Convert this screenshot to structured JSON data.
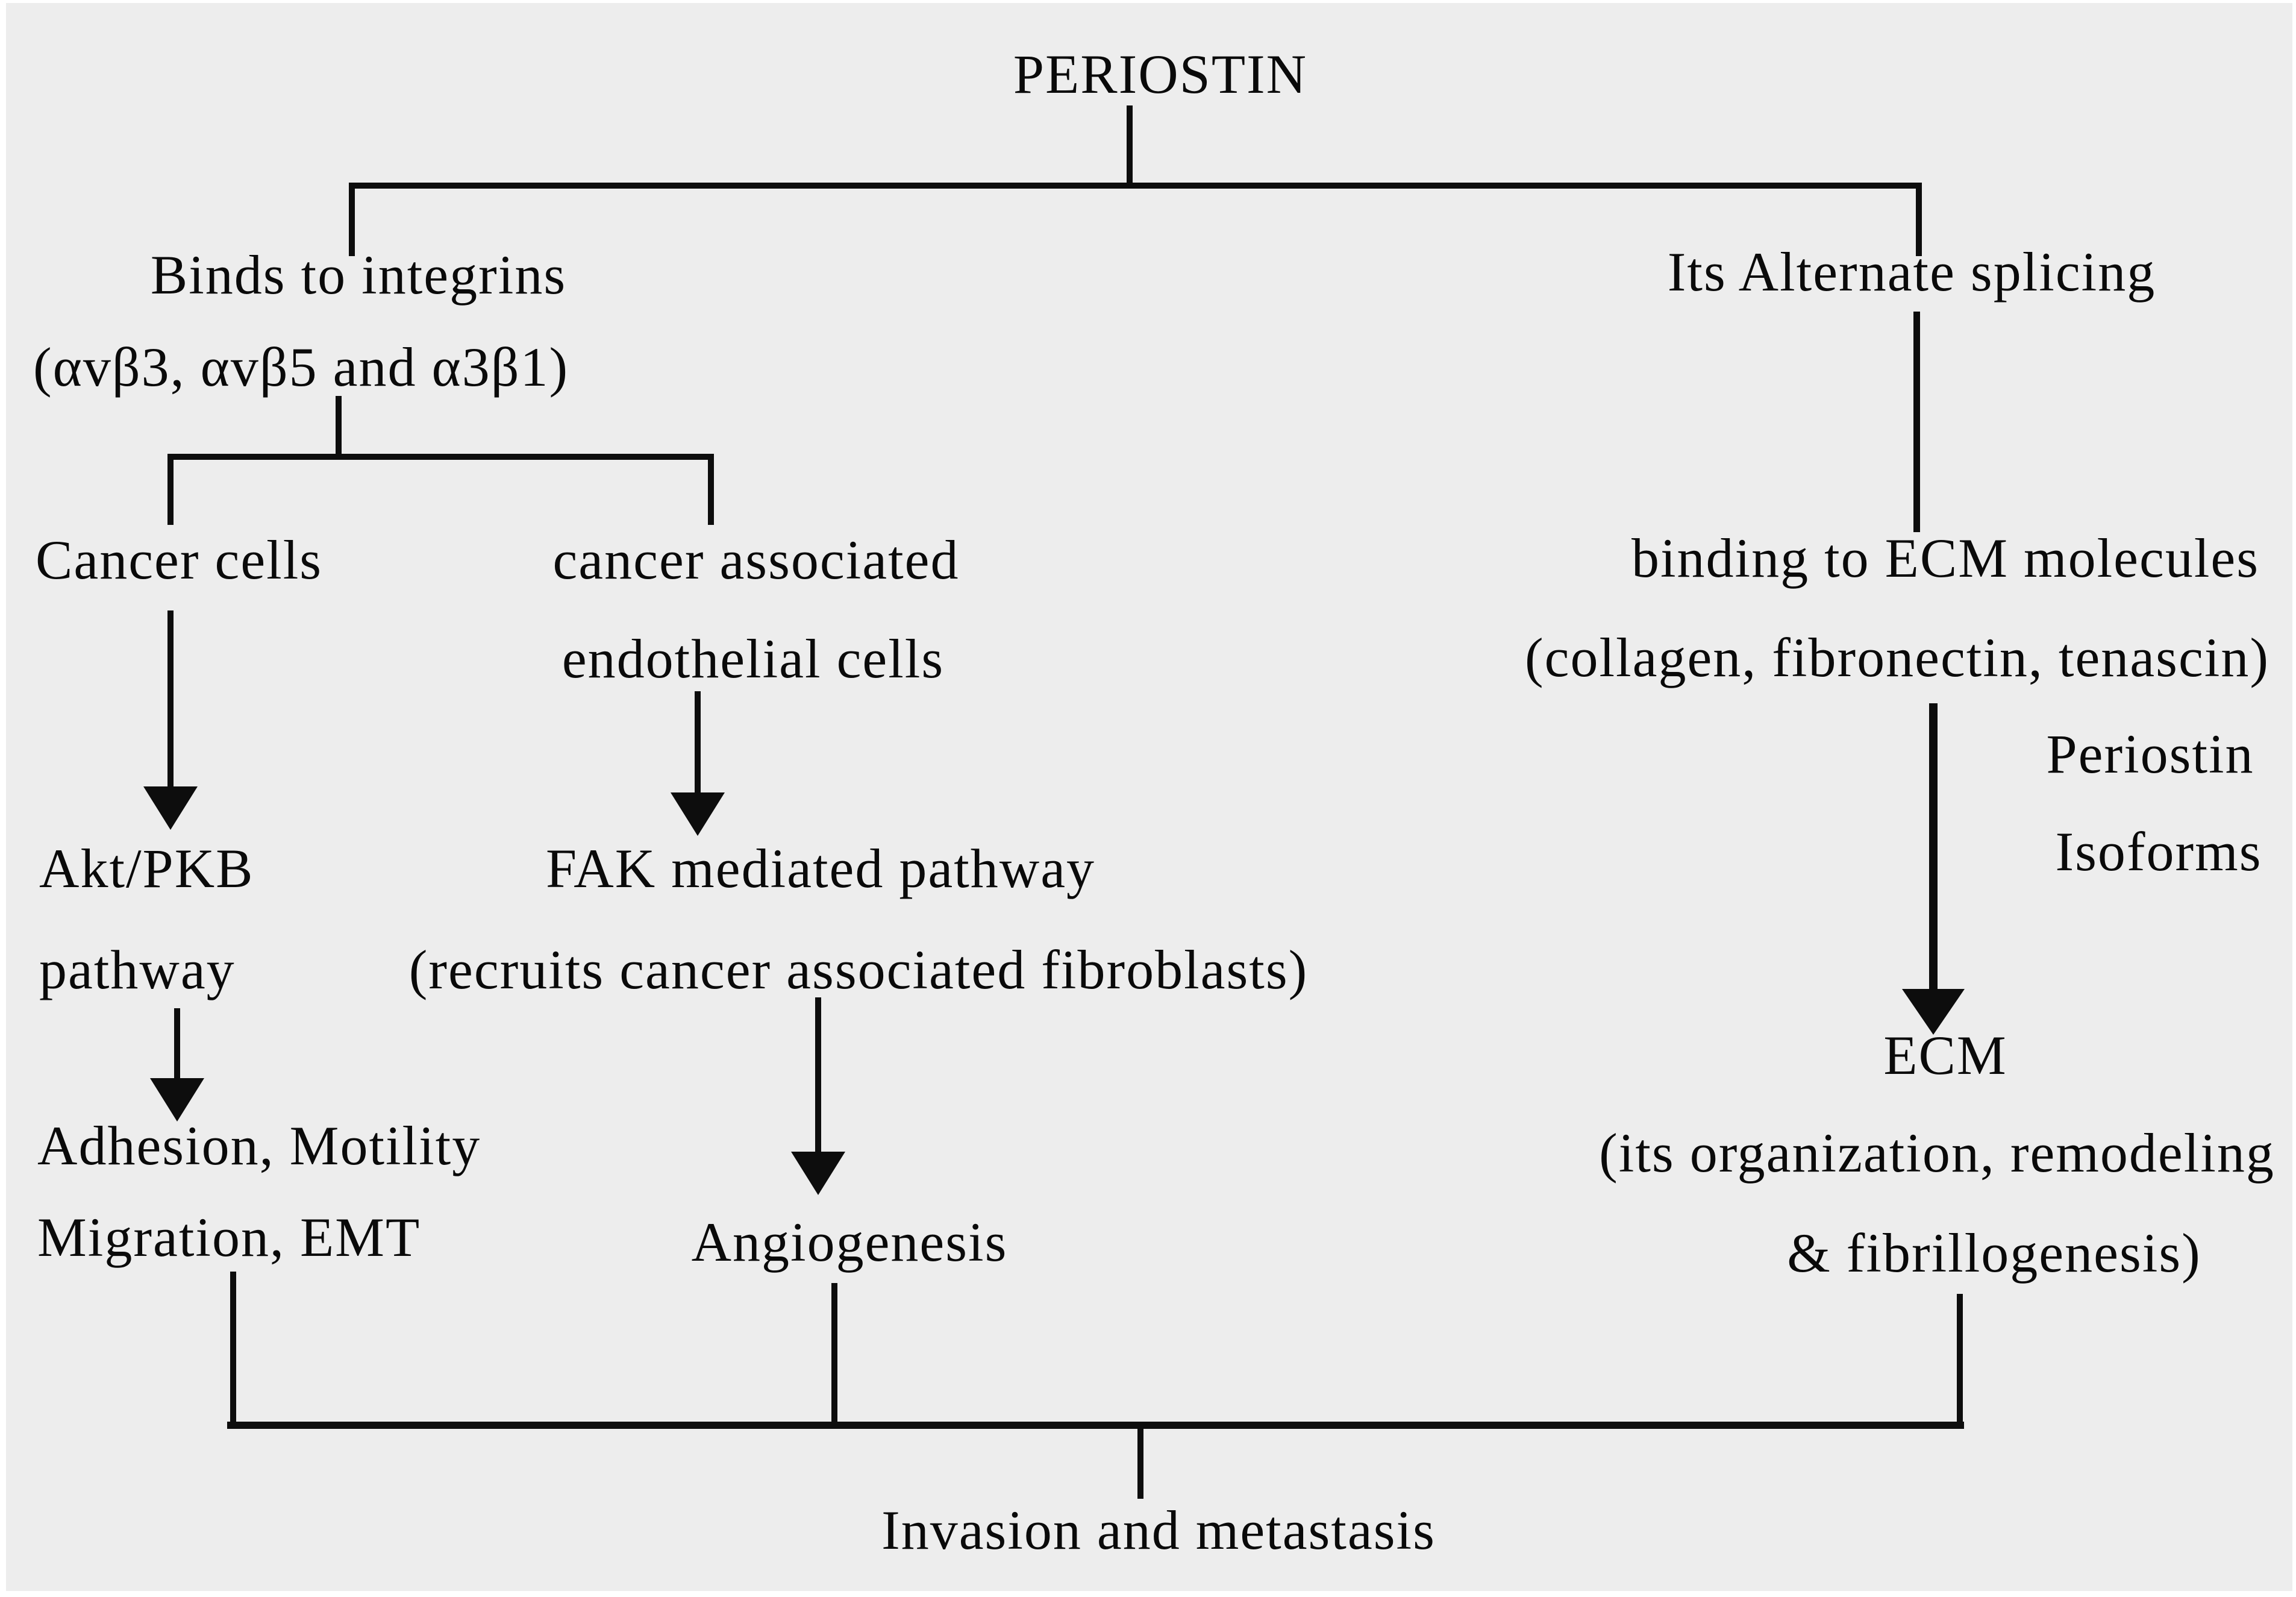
{
  "colors": {
    "background": "#ededed",
    "ink": "#0d0d0d"
  },
  "diagram": {
    "title": "PERIOSTIN",
    "left_branch": {
      "heading_line1": "Binds to integrins",
      "heading_line2": "(αvβ3, αvβ5 and α3β1)",
      "cancer_cells": "Cancer cells",
      "cancer_associated_line1": "cancer associated",
      "cancer_associated_line2": "endothelial cells",
      "akt_line1": "Akt/PKB",
      "akt_line2": "pathway",
      "adhesion_line1": "Adhesion, Motility",
      "adhesion_line2": "Migration, EMT",
      "fak_line1": "FAK mediated pathway",
      "fak_line2": "(recruits cancer associated fibroblasts)",
      "angiogenesis": "Angiogenesis"
    },
    "right_branch": {
      "heading": "Its Alternate splicing",
      "ecm_binding_line1": "binding to ECM molecules",
      "ecm_binding_line2": "(collagen, fibronectin, tenascin)",
      "isoforms_line1": "Periostin",
      "isoforms_line2": "Isoforms",
      "ecm_line1": "ECM",
      "ecm_line2": "(its organization, remodeling",
      "ecm_line3": "& fibrillogenesis)"
    },
    "outcome": "Invasion and metastasis"
  }
}
